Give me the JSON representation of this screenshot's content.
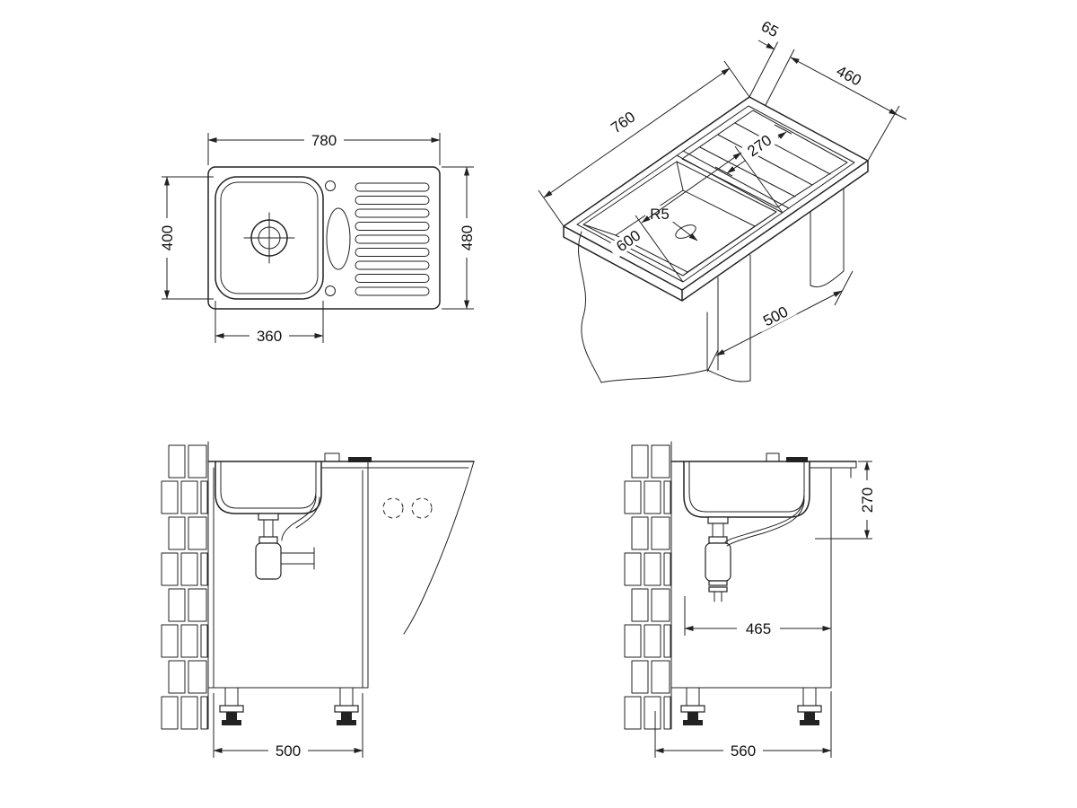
{
  "plan": {
    "width": "780",
    "height": "480",
    "bowl_height": "400",
    "bowl_width": "360"
  },
  "iso": {
    "rim": "65",
    "inner_width": "460",
    "inner_length": "760",
    "drainer_length": "270",
    "corner_radius": "R5",
    "bowl_length": "600",
    "depth": "500"
  },
  "front": {
    "cabinet_width": "500"
  },
  "side": {
    "bowl_depth": "270",
    "drain_offset": "465",
    "cabinet_depth": "560"
  },
  "colors": {
    "line": "#222222",
    "text": "#111111",
    "background": "#ffffff"
  }
}
